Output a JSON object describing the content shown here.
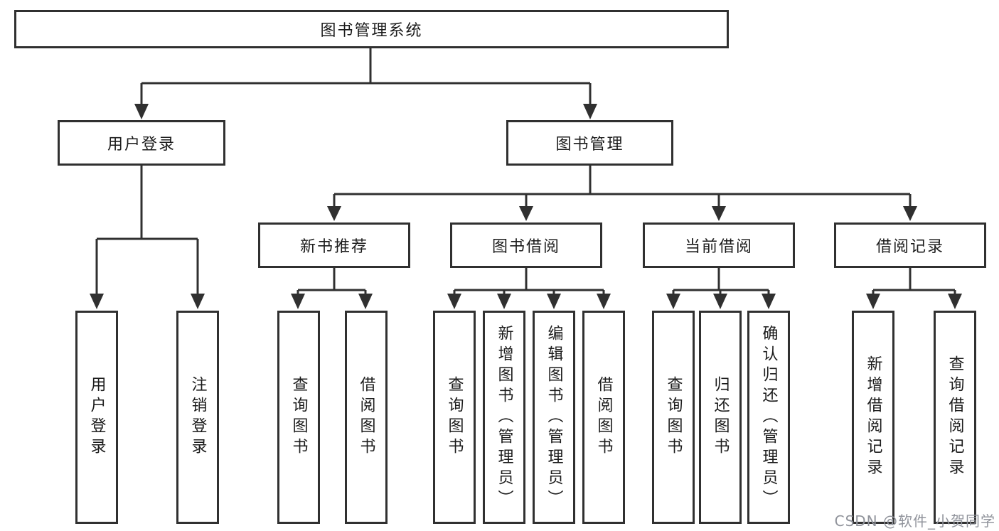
{
  "nodes": {
    "root": {
      "label": "图书管理系统"
    },
    "user_login": {
      "label": "用户登录"
    },
    "book_mgmt": {
      "label": "图书管理"
    },
    "new_book": {
      "label": "新书推荐"
    },
    "book_borrow": {
      "label": "图书借阅"
    },
    "current_borrow": {
      "label": "当前借阅"
    },
    "borrow_record": {
      "label": "借阅记录"
    },
    "user_login_children": [
      {
        "label": "用户登录"
      },
      {
        "label": "注销登录"
      }
    ],
    "new_book_children": [
      {
        "label": "查询图书"
      },
      {
        "label": "借阅图书"
      }
    ],
    "book_borrow_children": [
      {
        "label": "查询图书"
      },
      {
        "label": "新增图书（管理员）"
      },
      {
        "label": "编辑图书（管理员）"
      },
      {
        "label": "借阅图书"
      }
    ],
    "current_borrow_children": [
      {
        "label": "查询图书"
      },
      {
        "label": "归还图书"
      },
      {
        "label": "确认归还（管理员）"
      }
    ],
    "borrow_record_children": [
      {
        "label": "新增借阅记录"
      },
      {
        "label": "查询借阅记录"
      }
    ]
  },
  "watermark": {
    "text": "CSDN @软件_小贺同学"
  },
  "colors": {
    "line": "#303030",
    "text": "#1c1c1c",
    "background": "#ffffff",
    "watermark": "#90939b"
  }
}
